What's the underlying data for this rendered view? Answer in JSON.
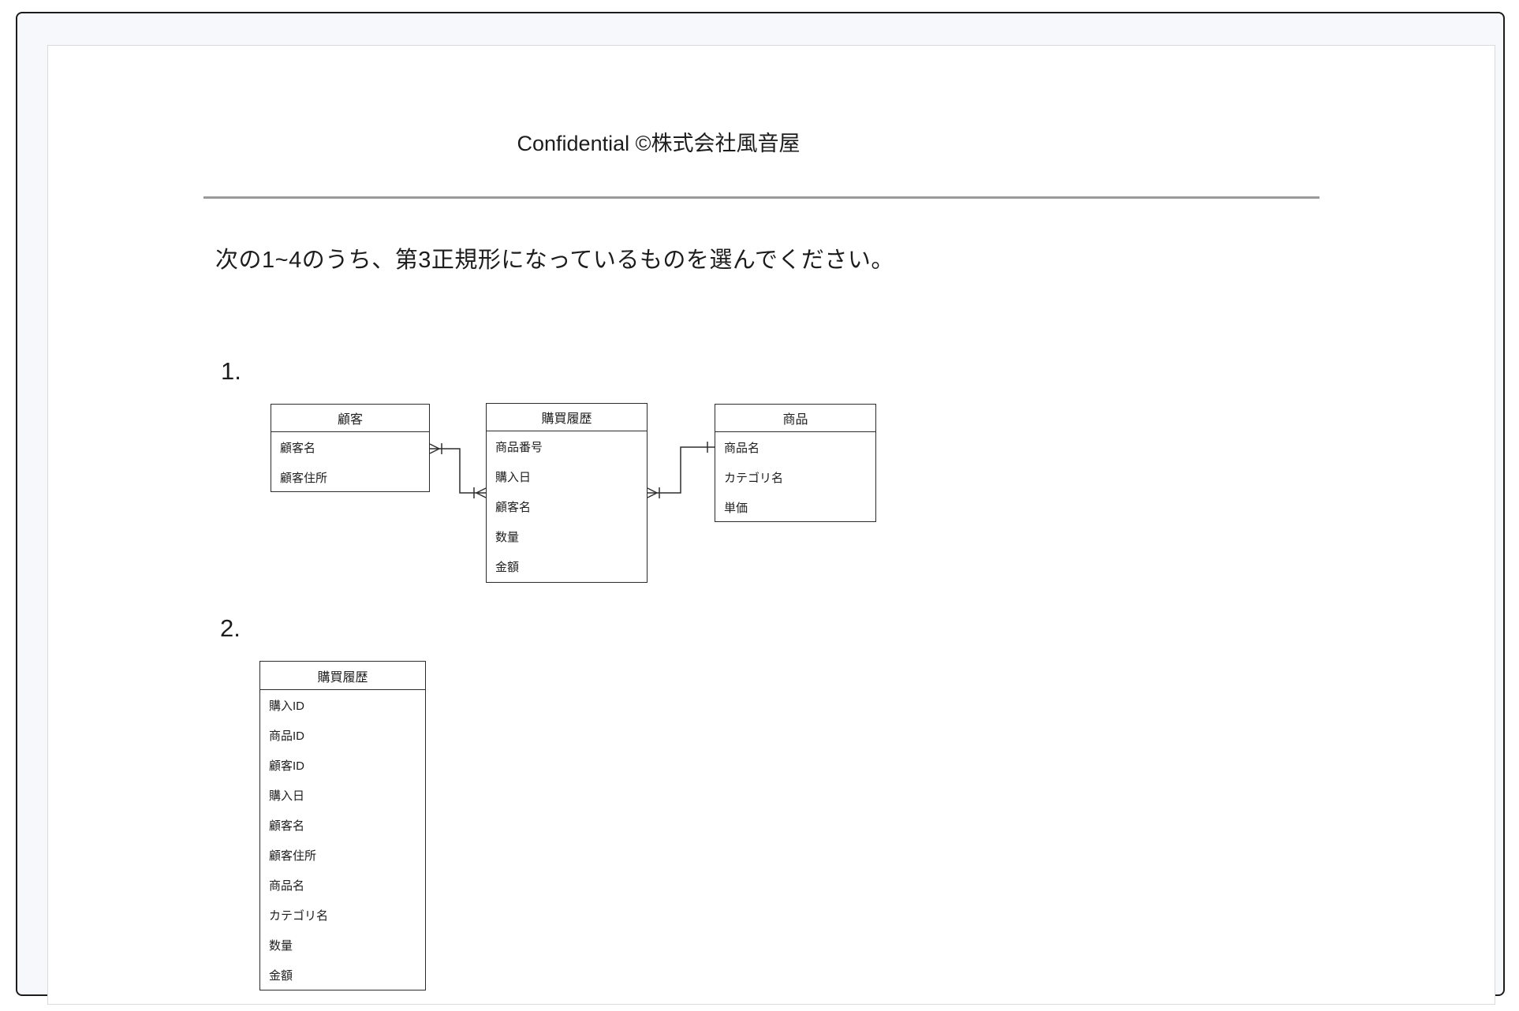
{
  "header": {
    "title": "Confidential ©株式会社風音屋"
  },
  "question": {
    "text": "次の1~4のうち、第3正規形になっているものを選んでください。"
  },
  "diagram1": {
    "label": "1.",
    "customer": {
      "title": "顧客",
      "fields": [
        "顧客名",
        "顧客住所"
      ]
    },
    "history": {
      "title": "購買履歴",
      "fields": [
        "商品番号",
        "購入日",
        "顧客名",
        "数量",
        "金額"
      ]
    },
    "product": {
      "title": "商品",
      "fields": [
        "商品名",
        "カテゴリ名",
        "単価"
      ]
    },
    "relationships": [
      {
        "from": "顧客",
        "to": "購買履歴",
        "from_marker": "crow-foot-one",
        "to_marker": "crow-foot-one"
      },
      {
        "from": "購買履歴",
        "to": "商品",
        "from_marker": "crow-foot-one",
        "to_marker": "one"
      }
    ]
  },
  "diagram2": {
    "label": "2.",
    "history": {
      "title": "購買履歴",
      "fields": [
        "購入ID",
        "商品ID",
        "顧客ID",
        "購入日",
        "顧客名",
        "顧客住所",
        "商品名",
        "カテゴリ名",
        "数量",
        "金額"
      ]
    }
  }
}
